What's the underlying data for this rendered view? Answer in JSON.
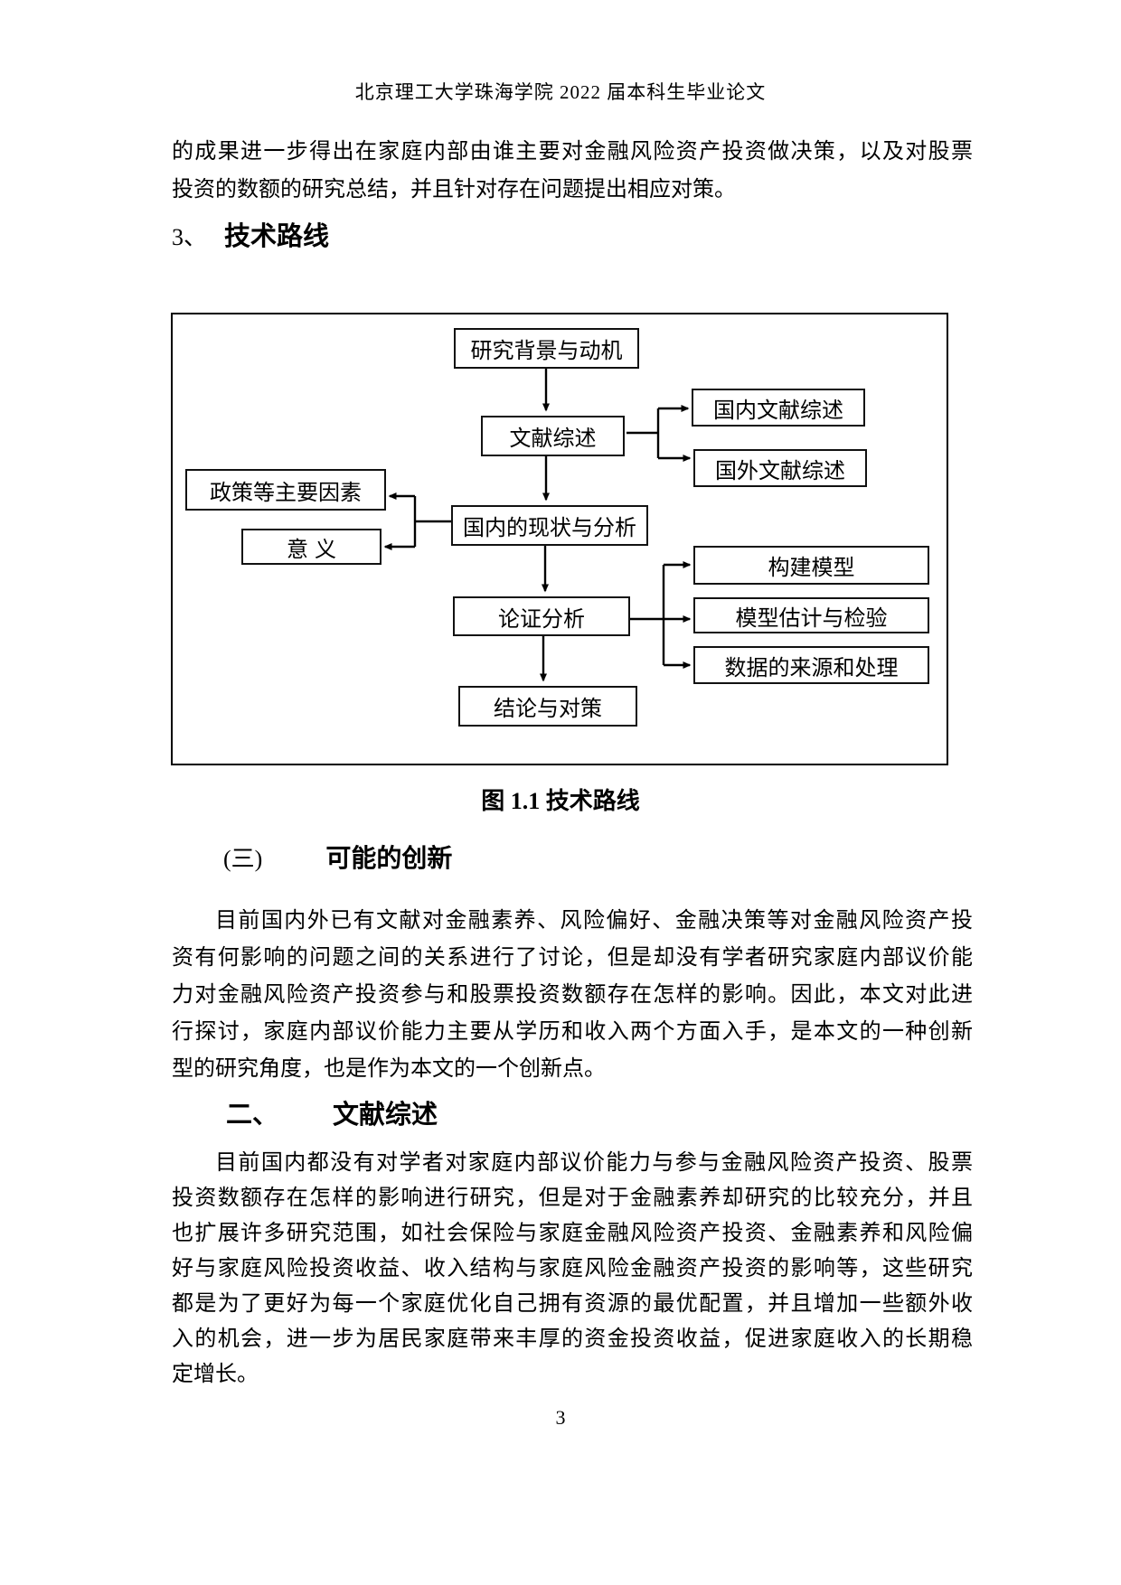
{
  "colors": {
    "background": "#ffffff",
    "text": "#000000",
    "box_border": "#000000"
  },
  "page": {
    "header": "北京理工大学珠海学院 2022 届本科生毕业论文",
    "page_number": "3"
  },
  "paragraph1": {
    "lines": [
      "的成果进一步得出在家庭内部由谁主要对金融风险资产投资做决策，以及对股票",
      "投资的数额的研究总结，并且针对存在问题提出相应对策。"
    ]
  },
  "heading_tech": {
    "number": "3、",
    "label": "技术路线"
  },
  "figure": {
    "caption": "图 1.1 技术路线",
    "nodes": {
      "background": "研究背景与动机",
      "literature": "文献综述",
      "domestic_review": "国内文献综述",
      "foreign_review": "国外文献综述",
      "policy": "政策等主要因素",
      "significance": "意义",
      "status": "国内的现状与分析",
      "analysis": "论证分析",
      "build_model": "构建模型",
      "model_test": "模型估计与检验",
      "data_source": "数据的来源和处理",
      "conclusion": "结论与对策"
    }
  },
  "heading_innovation": {
    "number": "(三)",
    "label": "可能的创新"
  },
  "paragraph2": {
    "lines": [
      "目前国内外已有文献对金融素养、风险偏好、金融决策等对金融风险资产投",
      "资有何影响的问题之间的关系进行了讨论，但是却没有学者研究家庭内部议价能",
      "力对金融风险资产投资参与和股票投资数额存在怎样的影响。因此，本文对此进",
      "行探讨，家庭内部议价能力主要从学历和收入两个方面入手，是本文的一种创新",
      "型的研究角度，也是作为本文的一个创新点。"
    ]
  },
  "heading_literature": {
    "number": "二、",
    "label": "文献综述"
  },
  "paragraph3": {
    "lines": [
      "目前国内都没有对学者对家庭内部议价能力与参与金融风险资产投资、股票",
      "投资数额存在怎样的影响进行研究，但是对于金融素养却研究的比较充分，并且",
      "也扩展许多研究范围，如社会保险与家庭金融风险资产投资、金融素养和风险偏",
      "好与家庭风险投资收益、收入结构与家庭风险金融资产投资的影响等，这些研究",
      "都是为了更好为每一个家庭优化自己拥有资源的最优配置，并且增加一些额外收",
      "入的机会，进一步为居民家庭带来丰厚的资金投资收益，促进家庭收入的长期稳",
      "定增长。"
    ]
  }
}
